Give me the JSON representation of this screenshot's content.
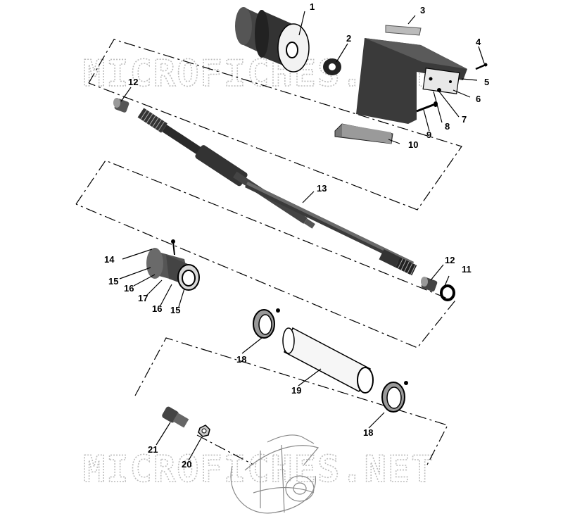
{
  "watermarks": [
    "MICROFICHES.NET",
    "MICROFICHES.NET"
  ],
  "callouts": [
    "1",
    "2",
    "3",
    "4",
    "5",
    "6",
    "7",
    "8",
    "9",
    "10",
    "11",
    "12",
    "12",
    "13",
    "14",
    "15",
    "15",
    "16",
    "16",
    "17",
    "18",
    "18",
    "19",
    "20",
    "21"
  ]
}
